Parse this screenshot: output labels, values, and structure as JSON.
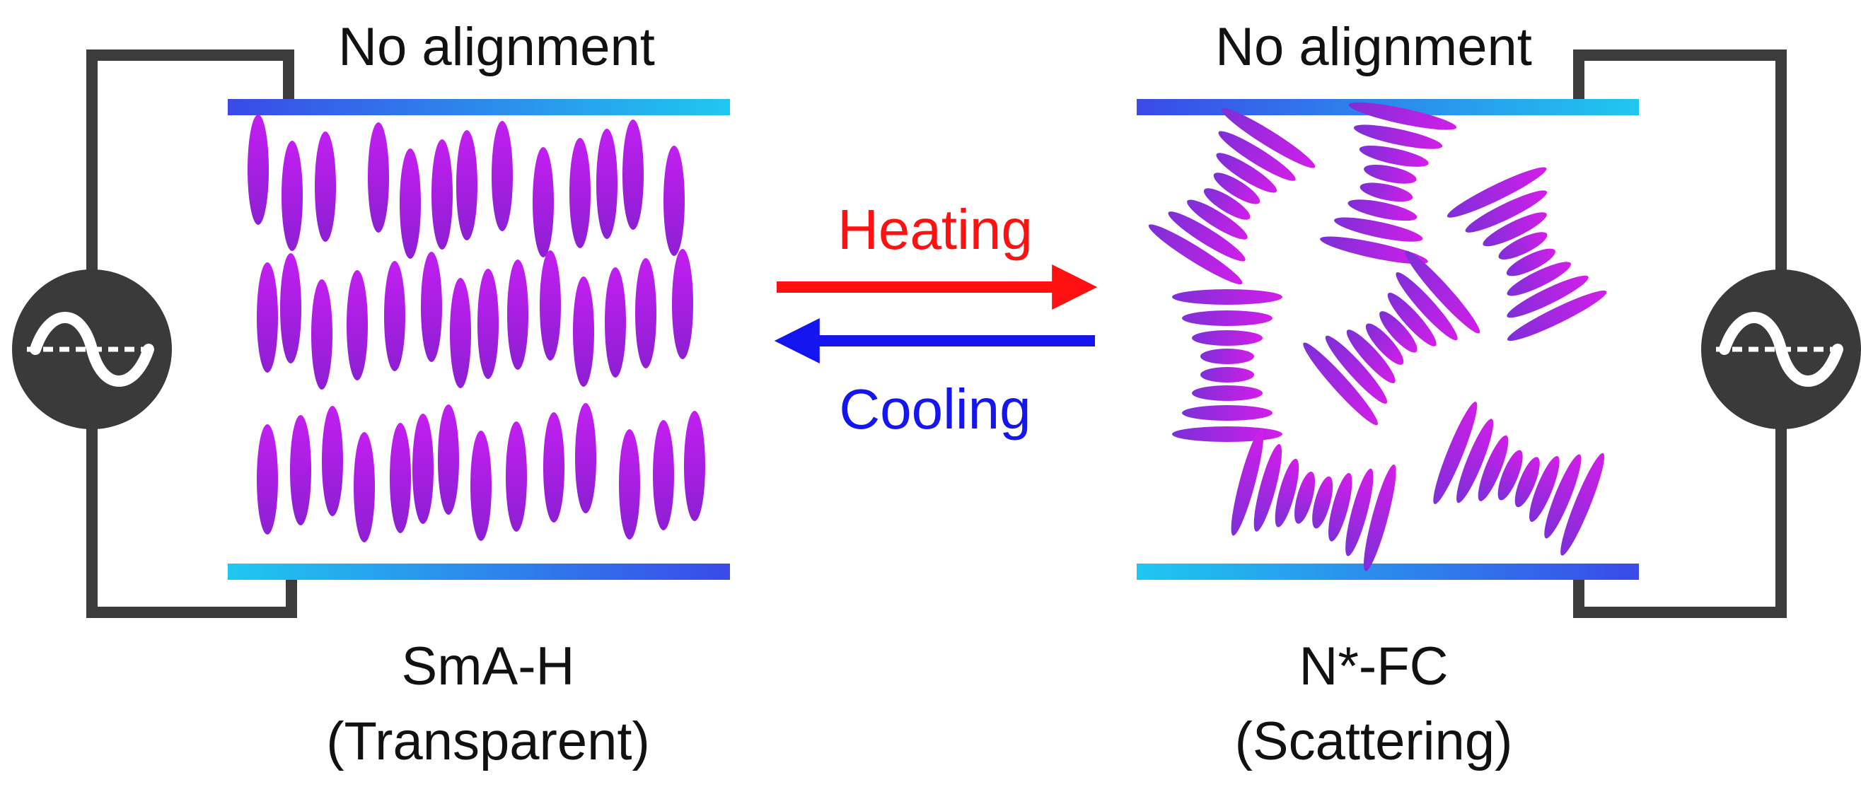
{
  "left_cell": {
    "top_label": "No alignment",
    "phase_name": "SmA-H",
    "phase_property": "(Transparent)"
  },
  "right_cell": {
    "top_label": "No alignment",
    "phase_name": "N*-FC",
    "phase_property": "(Scattering)"
  },
  "process": {
    "forward_label": "Heating",
    "reverse_label": "Cooling"
  },
  "colors": {
    "heating": "#ff1111",
    "cooling": "#1515f0",
    "wire": "#3c3c3c",
    "source": "#3a3a3a",
    "electrode_dark": "#3a4ae8",
    "electrode_light": "#1ec8f0",
    "molecule_light": "#c21ff0",
    "molecule_dark": "#8d1fd3"
  },
  "icons": {
    "left_source": "ac-source-icon",
    "right_source": "ac-source-icon"
  }
}
